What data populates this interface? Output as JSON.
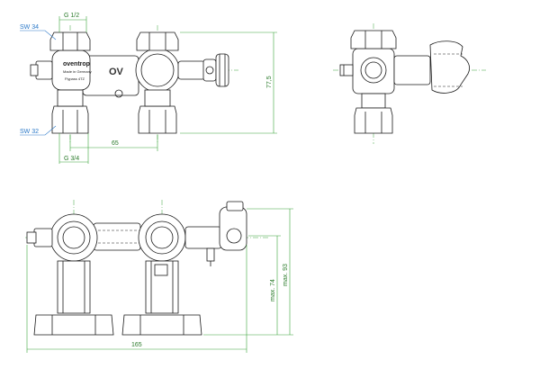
{
  "callouts": {
    "sw34": "SW 34",
    "sw32": "SW 32"
  },
  "dimensions": {
    "g12": "G 1/2",
    "g34": "G 3/4",
    "d65": "65",
    "d775": "77,5",
    "d165": "165",
    "max74": "max. 74",
    "max93": "max. 93"
  },
  "labels": {
    "brand": "oventrop",
    "made_in": "Made in Germany",
    "model": "Flypass 4TZ",
    "logo": "OV"
  },
  "colors": {
    "dimension": "#3aa43a",
    "callout": "#2a78c8",
    "outline": "#1a1a1a"
  }
}
